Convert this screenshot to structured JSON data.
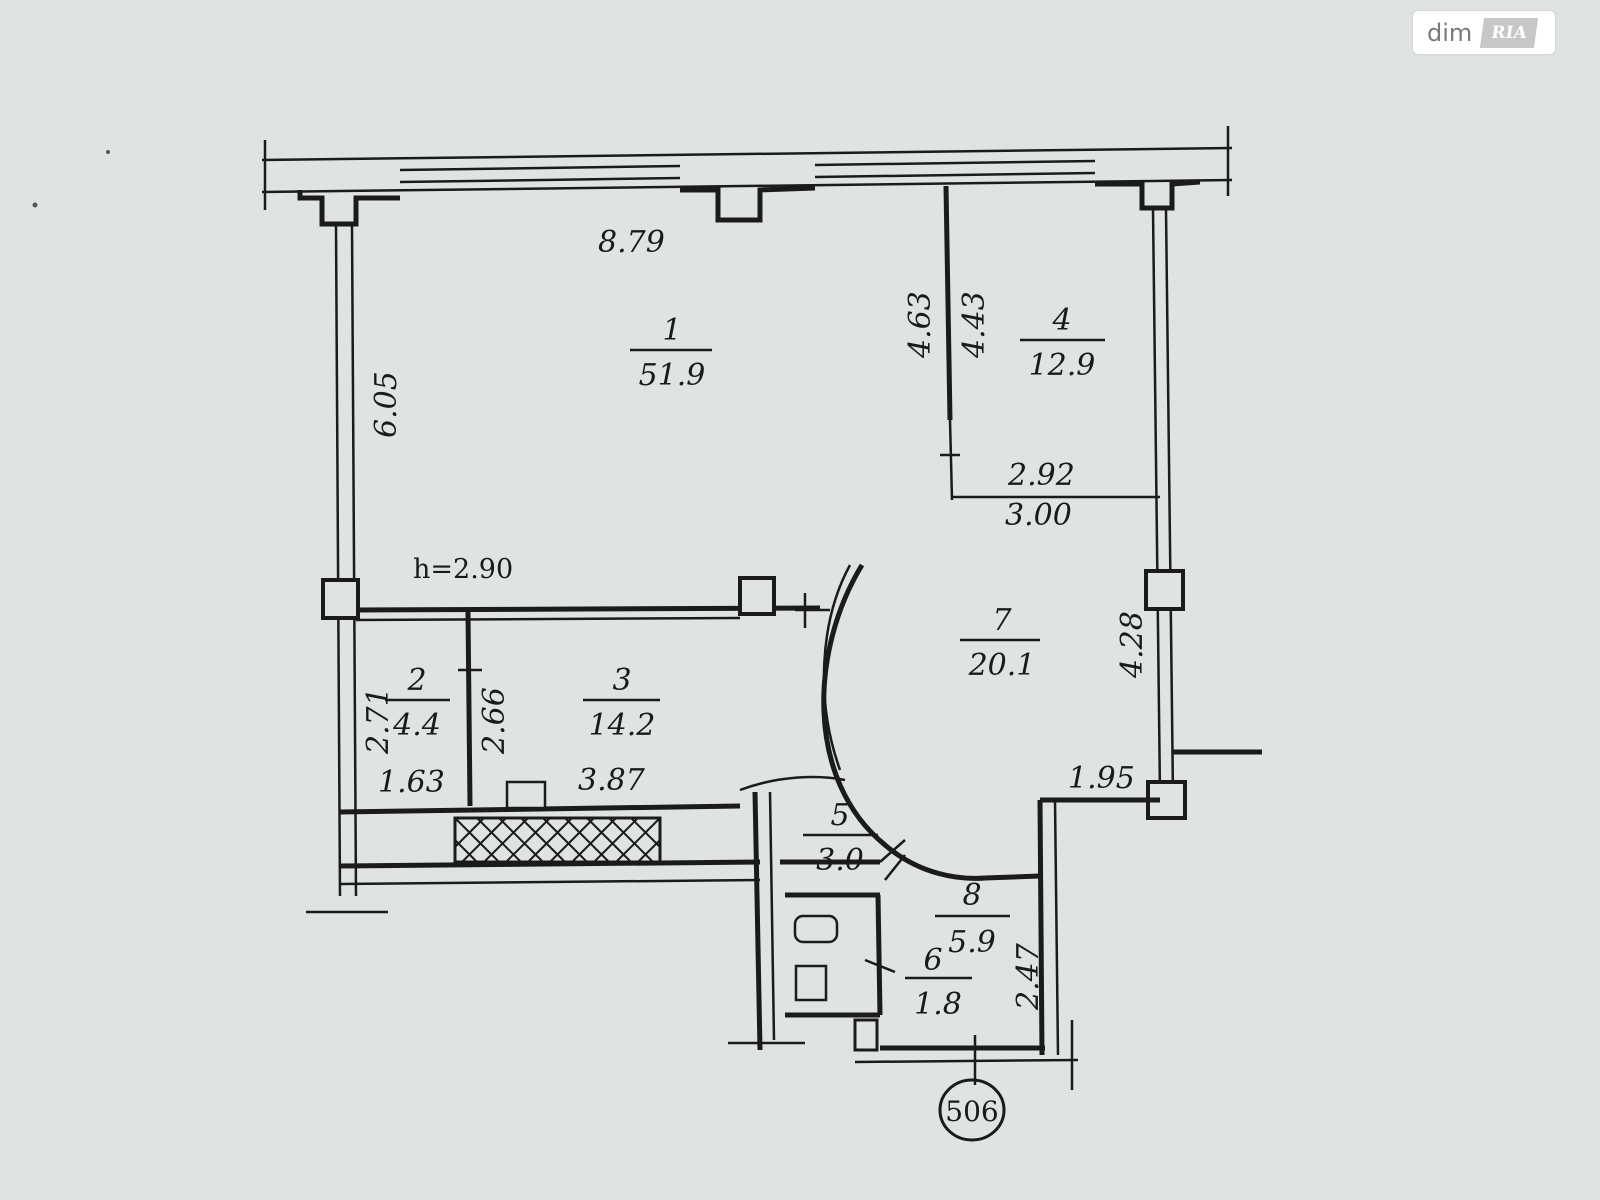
{
  "watermark": {
    "brand": "dim",
    "logo": "RIA"
  },
  "ceiling_height": "h=2.90",
  "rooms": [
    {
      "number": "1",
      "area": "51.9"
    },
    {
      "number": "2",
      "area": "4.4"
    },
    {
      "number": "3",
      "area": "14.2"
    },
    {
      "number": "4",
      "area": "12.9"
    },
    {
      "number": "5",
      "area": "3.0"
    },
    {
      "number": "6",
      "area": "1.8"
    },
    {
      "number": "7",
      "area": "20.1"
    },
    {
      "number": "8",
      "area": "5.9"
    }
  ],
  "dimensions": {
    "top_width": "8.79",
    "left_height": "6.05",
    "room4_partition_a": "4.63",
    "room4_partition_b": "4.43",
    "room4_width_inner": "2.92",
    "room4_width_outer": "3.00",
    "right_height": "4.28",
    "room2_height": "2.71",
    "room2_width": "1.63",
    "room3_height": "2.66",
    "room3_width": "3.87",
    "hall_step": "1.95",
    "room8_height": "2.47"
  },
  "sheet_number": "506",
  "colors": {
    "background": "#dfe3e4",
    "ink": "#1b1b1b"
  }
}
